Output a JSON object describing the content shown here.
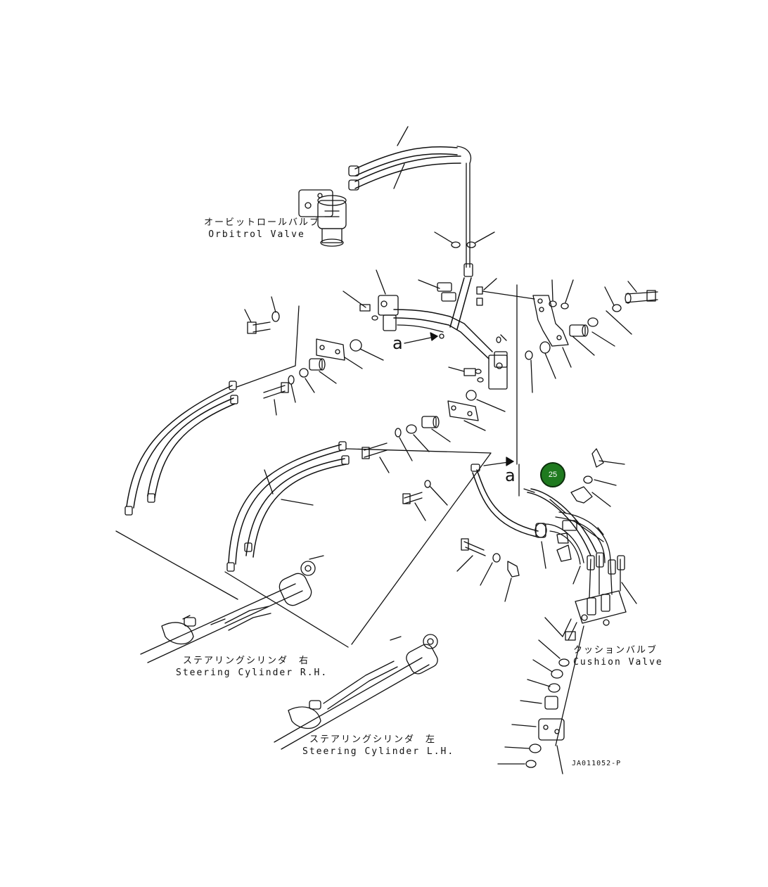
{
  "labels": {
    "orbitrol_jp": "オービットロールバルブ",
    "orbitrol_en": "Orbitrol Valve",
    "cushion_jp": "クッションバルブ",
    "cushion_en": "Cushion Valve",
    "steer_rh_jp": "ステアリングシリンダ　右",
    "steer_rh_en": "Steering Cylinder R.H.",
    "steer_lh_jp": "ステアリングシリンダ　左",
    "steer_lh_en": "Steering Cylinder L.H.",
    "callout_a_upper": "a",
    "callout_a_lower": "a",
    "drawing_code": "JA011052-P"
  },
  "hotspot": {
    "number": "25",
    "color": "#1f7a1f"
  },
  "colors": {
    "line": "#111111",
    "background": "#ffffff"
  }
}
